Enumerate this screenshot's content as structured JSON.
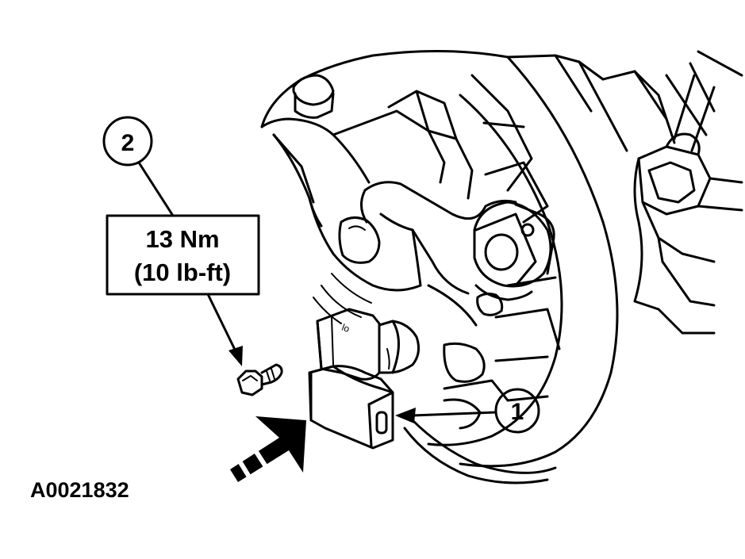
{
  "callouts": {
    "sensor_number": "1",
    "bolt_number": "2"
  },
  "torque": {
    "metric": "13 Nm",
    "imperial": "(10 lb-ft)"
  },
  "sensor_marking": "lo",
  "figure_id": "A0021832"
}
